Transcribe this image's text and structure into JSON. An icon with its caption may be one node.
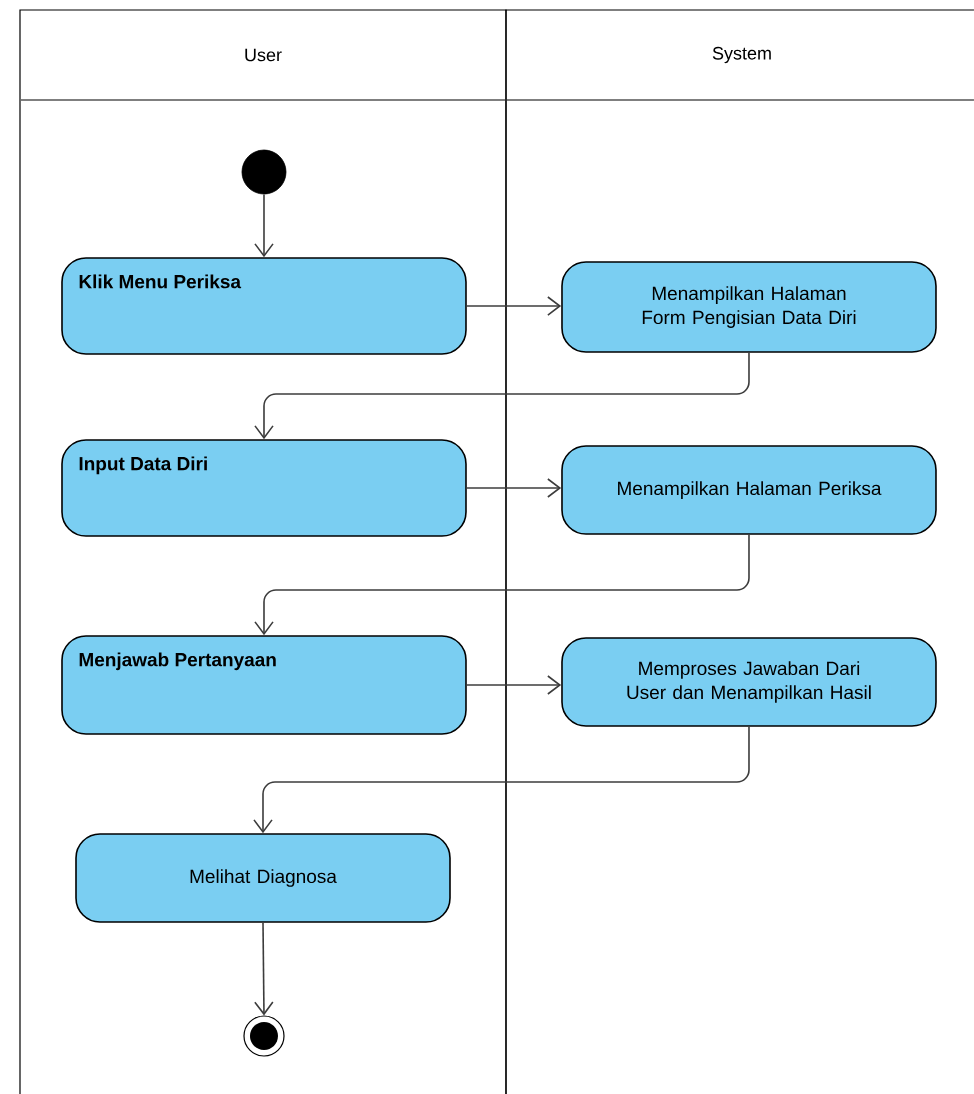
{
  "diagram": {
    "nodes": [
      {
        "text": [
          "User"
        ]
      },
      {
        "text": [
          "System"
        ]
      },
      {
        "text": [],
        "shape": "circle",
        "in": 0
      },
      {
        "text": [
          "Klik Menu Periksa"
        ],
        "in": 0
      },
      {
        "text": [
          "Menampilkan Halaman Form Pengisian Data Diri"
        ],
        "in": 1
      },
      {
        "text": [
          "Input Data Diri"
        ],
        "in": 0
      },
      {
        "text": [
          "Menampilkan Halaman Periksa"
        ],
        "in": 1
      },
      {
        "text": [
          "Menjawab Pertanyaan"
        ],
        "in": 0
      },
      {
        "text": [
          "Memproses Jawaban Dari User dan Menampilkan Hasil"
        ],
        "in": 1
      },
      {
        "text": [
          "Melihat Diagnosa"
        ],
        "in": 0
      },
      {
        "text": [],
        "shape": "bullseye",
        "in": 0
      }
    ],
    "edges": [
      {
        "from": 2,
        "to": 3,
        "arrow": "to"
      },
      {
        "from": 3,
        "to": 4,
        "arrow": "to"
      },
      {
        "from": 4,
        "to": 5,
        "arrow": "to"
      },
      {
        "from": 5,
        "to": 6,
        "arrow": "to"
      },
      {
        "from": 6,
        "to": 7,
        "arrow": "to"
      },
      {
        "from": 7,
        "to": 8,
        "arrow": "to"
      },
      {
        "from": 8,
        "to": 9,
        "arrow": "to"
      },
      {
        "from": 9,
        "to": 10,
        "arrow": "to"
      }
    ]
  }
}
